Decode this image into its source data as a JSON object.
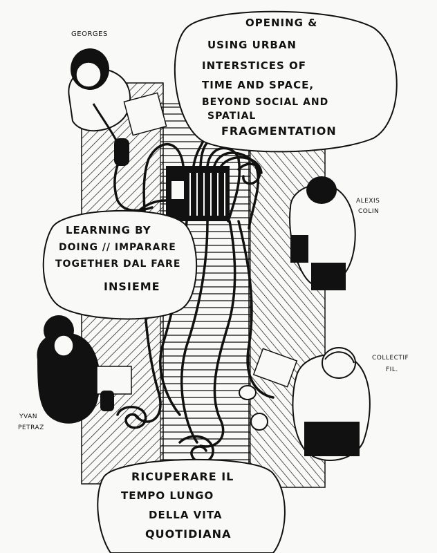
{
  "names": {
    "georges": "GEORGES",
    "alexis_1": "ALEXIS",
    "alexis_2": "COLIN",
    "collectif_1": "COLLECTIF",
    "collectif_2": "FIL.",
    "yvan_1": "YVAN",
    "yvan_2": "PETRAZ"
  },
  "bubbles": {
    "opening": [
      "OPENING &",
      "USING URBAN",
      "INTERSTICES OF",
      "TIME AND SPACE,",
      "BEYOND SOCIAL AND",
      "SPATIAL",
      "FRAGMENTATION"
    ],
    "learning": [
      "LEARNING BY",
      "DOING // IMPARARE",
      "TOGETHER DAL FARE",
      "INSIEME"
    ],
    "ricuperare": [
      "RICUPERARE IL",
      "TEMPO LUNGO",
      "DELLA VITA",
      "QUOTIDIANA"
    ]
  },
  "colors": {
    "ink": "#111111",
    "paper": "#f9f9f7"
  }
}
